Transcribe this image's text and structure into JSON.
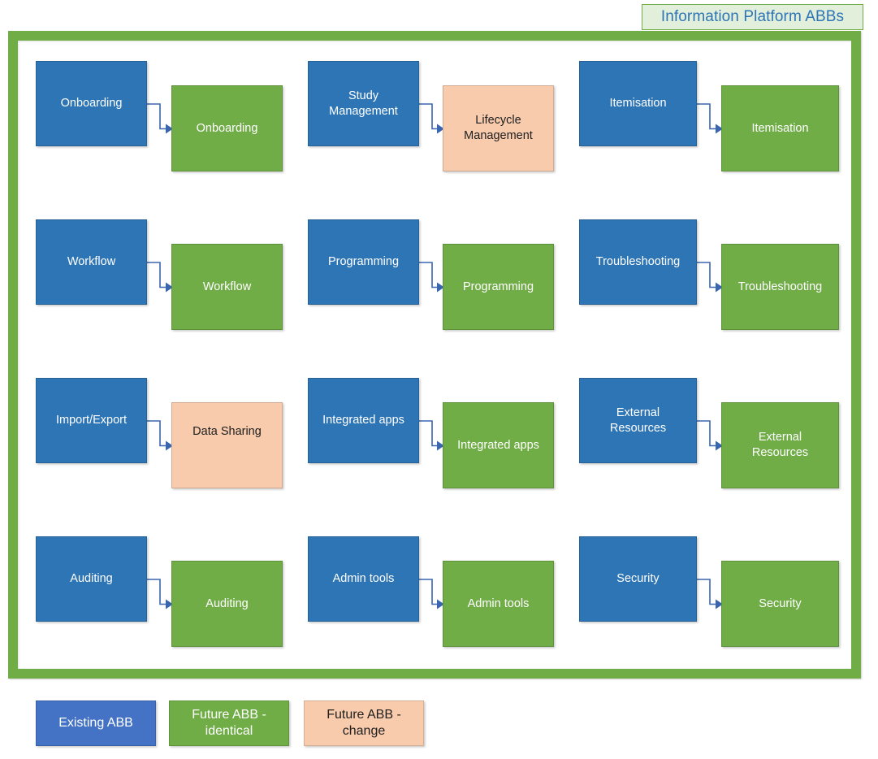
{
  "title": {
    "text": "Information Platform ABBs",
    "fill_color": "#E2EFDA",
    "border_color": "#70AD47",
    "text_color": "#2E75B6"
  },
  "frame": {
    "border_color": "#70AD47",
    "interior_color": "#FFFFFF"
  },
  "palette": {
    "existing": "#2E75B6",
    "identical": "#70AD47",
    "change": "#F8CBAD",
    "connector": "#3A66B0",
    "legend_existing": "#4472C4"
  },
  "rows": [
    {
      "pairs": [
        {
          "source": {
            "label": "Onboarding",
            "type": "existing"
          },
          "target": {
            "label": "Onboarding",
            "type": "identical"
          }
        },
        {
          "source": {
            "label": "Study\nManagement",
            "type": "existing"
          },
          "target": {
            "label": "Lifecycle\nManagement",
            "type": "change"
          }
        },
        {
          "source": {
            "label": "Itemisation",
            "type": "existing"
          },
          "target": {
            "label": "Itemisation",
            "type": "identical"
          }
        }
      ]
    },
    {
      "pairs": [
        {
          "source": {
            "label": "Workflow",
            "type": "existing"
          },
          "target": {
            "label": "Workflow",
            "type": "identical"
          }
        },
        {
          "source": {
            "label": "Programming",
            "type": "existing"
          },
          "target": {
            "label": "Programming",
            "type": "identical"
          }
        },
        {
          "source": {
            "label": "Troubleshooting",
            "type": "existing"
          },
          "target": {
            "label": "Troubleshooting",
            "type": "identical"
          }
        }
      ]
    },
    {
      "pairs": [
        {
          "source": {
            "label": "Import/Export",
            "type": "existing"
          },
          "target": {
            "label": "Data Sharing",
            "type": "change"
          }
        },
        {
          "source": {
            "label": "Integrated apps",
            "type": "existing"
          },
          "target": {
            "label": "Integrated apps",
            "type": "identical"
          }
        },
        {
          "source": {
            "label": "External\nResources",
            "type": "existing"
          },
          "target": {
            "label": "External\nResources",
            "type": "identical"
          }
        }
      ]
    },
    {
      "pairs": [
        {
          "source": {
            "label": "Auditing",
            "type": "existing"
          },
          "target": {
            "label": "Auditing",
            "type": "identical"
          }
        },
        {
          "source": {
            "label": "Admin tools",
            "type": "existing"
          },
          "target": {
            "label": "Admin tools",
            "type": "identical"
          }
        },
        {
          "source": {
            "label": "Security",
            "type": "existing"
          },
          "target": {
            "label": "Security",
            "type": "identical"
          }
        }
      ]
    }
  ],
  "legend": {
    "items": [
      {
        "label": "Existing ABB",
        "type": "existing"
      },
      {
        "label": "Future ABB -\nidentical",
        "type": "identical"
      },
      {
        "label": "Future ABB -\nchange",
        "type": "change"
      }
    ]
  }
}
